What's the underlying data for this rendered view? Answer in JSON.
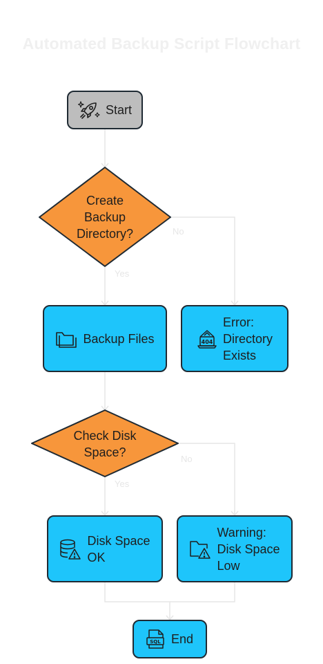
{
  "title": "Automated Backup Script Flowchart",
  "colors": {
    "start_fill": "#bdbdbd",
    "decision_fill": "#f7963b",
    "process_fill": "#1ec5fb",
    "outline": "#1f2a33",
    "connector": "#e6e6e6"
  },
  "nodes": {
    "start": {
      "label": "Start",
      "icon": "rocket-icon"
    },
    "create_dir": {
      "label": "Create\nBackup\nDirectory?"
    },
    "backup_files": {
      "label": "Backup Files",
      "icon": "folder-icon"
    },
    "error_dir": {
      "label": "Error:\nDirectory\nExists",
      "icon": "error-404-icon"
    },
    "check_disk": {
      "label": "Check Disk\nSpace?"
    },
    "disk_ok": {
      "label": "Disk Space\nOK",
      "icon": "database-warning-icon"
    },
    "disk_low": {
      "label": "Warning:\nDisk Space\nLow",
      "icon": "folder-warning-icon"
    },
    "end": {
      "label": "End",
      "icon": "sql-file-icon"
    }
  },
  "edges": {
    "create_no": "No",
    "create_yes": "Yes",
    "disk_no": "No",
    "disk_yes": "Yes"
  }
}
